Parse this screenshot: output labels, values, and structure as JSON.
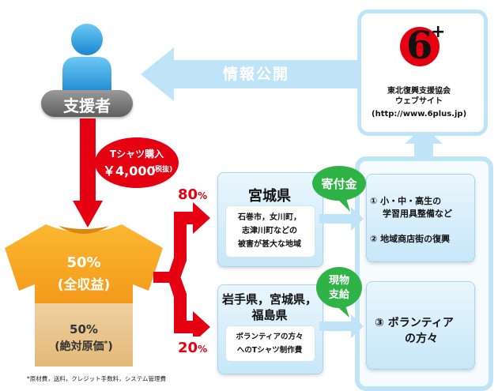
{
  "supporter": {
    "label": "支援者"
  },
  "disclosure": {
    "label": "情報公開"
  },
  "site": {
    "logo_text": "6",
    "logo_plus": "+",
    "name_line1": "東北復興支援協会",
    "name_line2": "ウェブサイト",
    "url": "(http://www.6plus.jp)"
  },
  "purchase": {
    "line1": "Tシャツ購入",
    "price": "￥4,000",
    "tax": "(税抜)"
  },
  "shirt": {
    "top_percent": "50%",
    "top_label": "(全収益)",
    "bottom_percent": "50%",
    "bottom_label": "(絶対原価",
    "bottom_mark": "*",
    "bottom_close": ")"
  },
  "footnote": "*原材費，送料，クレジット手数料，システム管理費",
  "split": {
    "upper_percent": "80",
    "lower_percent": "20",
    "sign": "%"
  },
  "miyagi": {
    "title": "宮城県",
    "line1": "石巻市，女川町，",
    "line2": "志津川町などの",
    "line3": "被害が甚大な地域"
  },
  "iwate": {
    "title_line1": "岩手県，宮城県，",
    "title_line2": "福島県",
    "line1": "ボランティアの方々",
    "line2": "へのTシャツ制作費"
  },
  "bubble_donation": {
    "label": "寄付金"
  },
  "bubble_goods": {
    "line1": "現物",
    "line2": "支給"
  },
  "recipients": {
    "item1_line1": "① 小・中・高生の",
    "item1_line2": "学習用具整備など",
    "item2": "② 地域商店街の復興",
    "item3_line1": "③ ボランティア",
    "item3_line2": "の方々"
  },
  "colors": {
    "red": "#e50012",
    "orange": "#f6a623",
    "tan": "#e9c58c",
    "light_blue": "#bfe3f7",
    "green": "#2fb347",
    "gray": "#6f6f6f",
    "person_blue": "#2aa3e6"
  }
}
